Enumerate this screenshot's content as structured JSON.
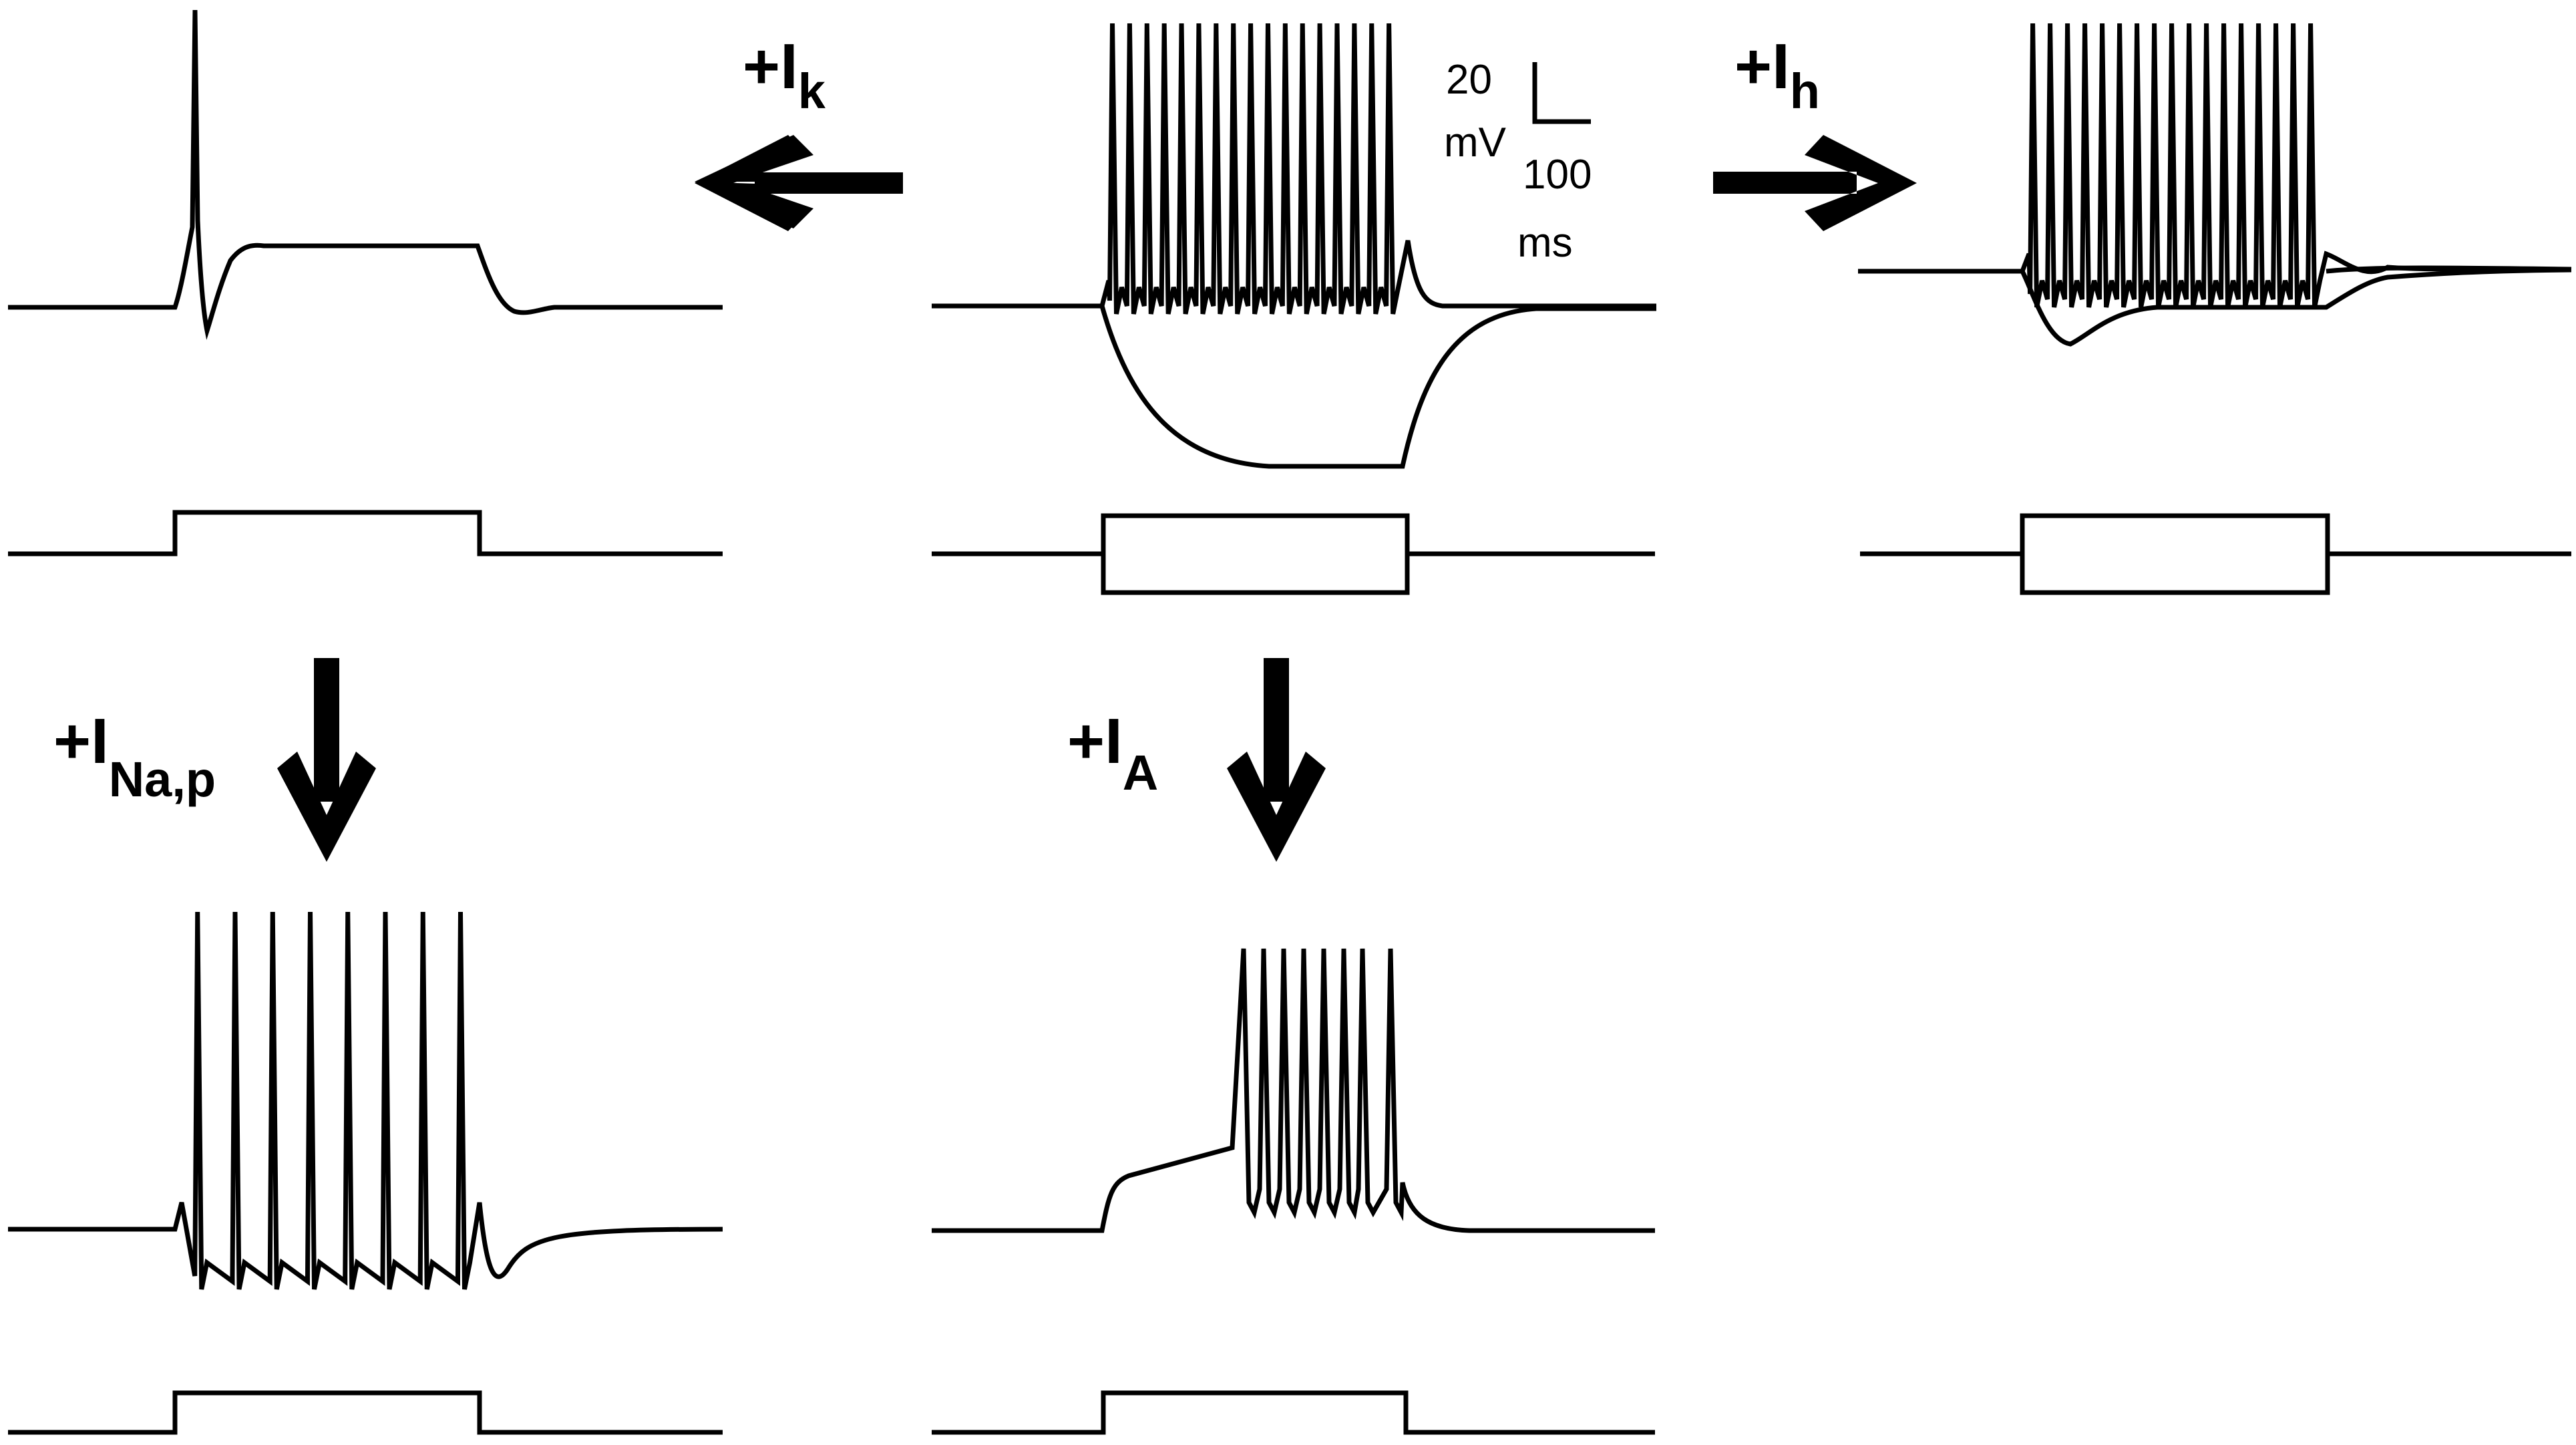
{
  "labels": {
    "ik": {
      "prefix": "+I",
      "sub": "k"
    },
    "ih": {
      "prefix": "+I",
      "sub": "h"
    },
    "inap": {
      "prefix": "+I",
      "sub": "Na,p"
    },
    "ia": {
      "prefix": "+I",
      "sub": "A"
    }
  },
  "scale_bar": {
    "voltage_value": "20",
    "voltage_unit": "mV",
    "time_value": "100",
    "time_unit": "ms"
  }
}
